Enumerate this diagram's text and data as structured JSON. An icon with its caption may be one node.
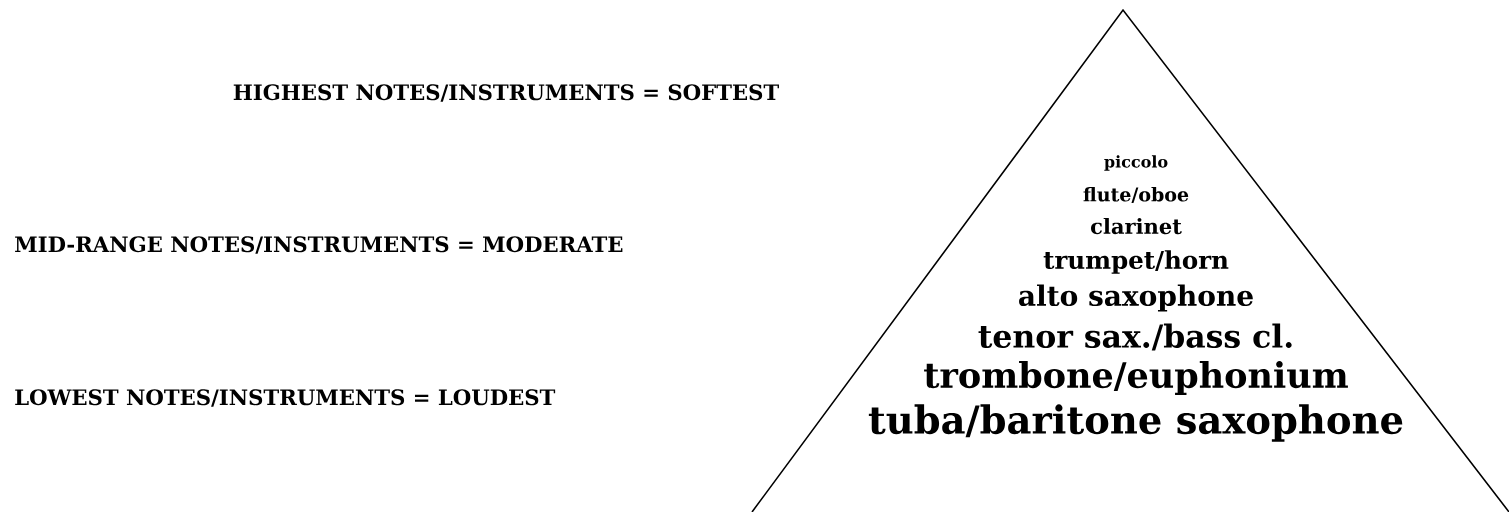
{
  "diagram": {
    "nodes": [
      {
        "text": [
          "piccolo",
          "flute/oboe",
          "clarinet",
          "trumpet/horn",
          "alto saxophone",
          "tenor sax./bass cl.",
          "trombone/euphonium",
          "tuba/baritone saxophone"
        ]
      }
    ],
    "labels": [
      "HIGHEST NOTES/INSTRUMENTS = SOFTEST",
      "MID-RANGE NOTES/INSTRUMENTS =  MODERATE",
      "LOWEST NOTES/INSTRUMENTS = LOUDEST"
    ]
  }
}
